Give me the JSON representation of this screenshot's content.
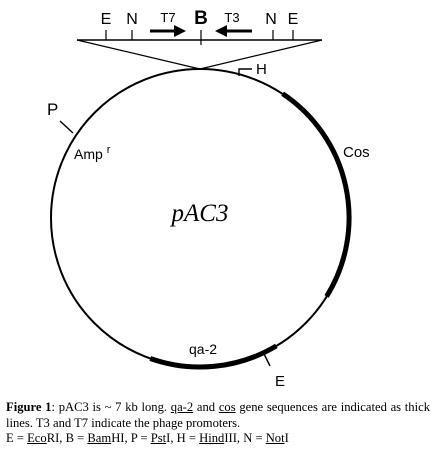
{
  "insert_sites": {
    "e_left": "E",
    "n_left": "N",
    "t7": "T7",
    "b": "B",
    "t3": "T3",
    "n_right": "N",
    "e_right": "E"
  },
  "plasmid": {
    "name": "pAC3",
    "p_site": "P",
    "amp_label": "Amp",
    "amp_superscript": "r",
    "h_site": "H",
    "cos_label": "Cos",
    "qa2_label": "qa-2",
    "e_site": "E"
  },
  "caption": {
    "fig_label": "Figure 1",
    "s1": ": pAC3 is ~ 7 kb long. ",
    "qa2": "qa-2",
    "s2": " and ",
    "cos": "cos",
    "s3": " gene sequences are indicated as thick lines. T3 and T7 indicate the phage promoters.",
    "e_def_pre": "E = ",
    "e_def_u": "Eco",
    "e_def_post": "RI, ",
    "b_def_pre": "B = ",
    "b_def_u": "Bam",
    "b_def_post": "HI, ",
    "p_def_pre": "P = ",
    "p_def_u": "Pst",
    "p_def_post": "I, ",
    "h_def_pre": "H = ",
    "h_def_u": "Hind",
    "h_def_post": "III, ",
    "n_def_pre": "N = ",
    "n_def_u": "Not",
    "n_def_post": "I"
  }
}
